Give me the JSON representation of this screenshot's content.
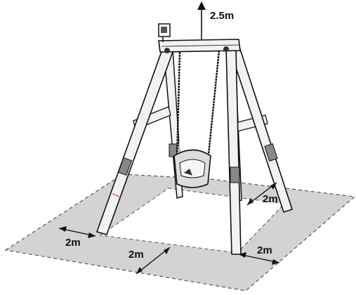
{
  "colors": {
    "zone_fill": "#d3d3d3",
    "zone_stroke": "#555555",
    "ink": "#111111",
    "frame_fill": "#f2f2f2",
    "seat_fill": "#dcdcdc"
  },
  "labels": {
    "height": "2.5m",
    "clearance_front": "2m",
    "clearance_right": "2m",
    "clearance_left": "2m",
    "clearance_rear_right": "2m"
  },
  "icons": {
    "top_arrow": "arrow-up-icon",
    "corner_marker": "flag-icon"
  }
}
